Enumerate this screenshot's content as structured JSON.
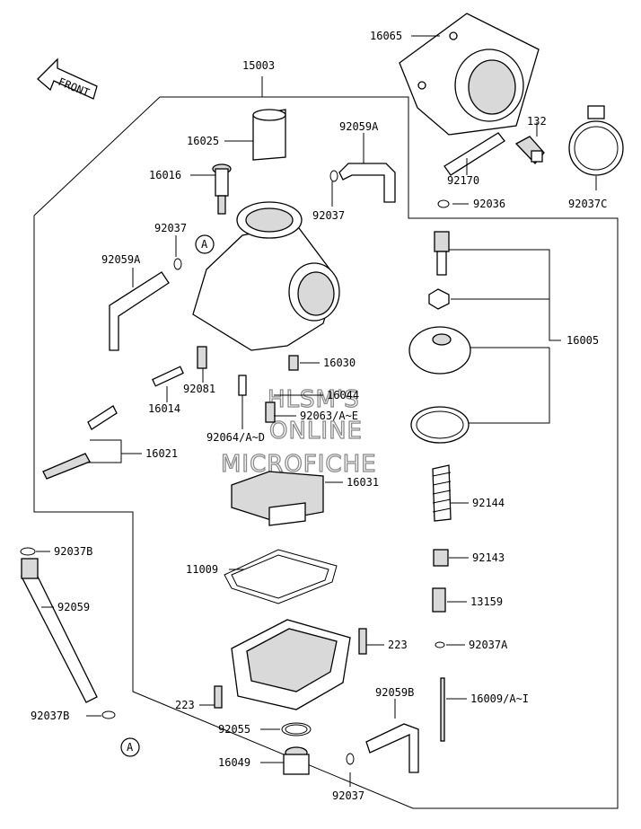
{
  "direction_label": "FRONT",
  "callout_letter": "A",
  "watermark": [
    "HLSM'S",
    "ONLINE",
    "MICROFICHE"
  ],
  "labels": {
    "p16065": "16065",
    "p15003": "15003",
    "p132": "132",
    "p16025": "16025",
    "p92059A_top": "92059A",
    "p16016": "16016",
    "p92170": "92170",
    "p92037_top": "92037",
    "p92036": "92036",
    "p92037C": "92037C",
    "p92037_left": "92037",
    "p92059A_left": "92059A",
    "p16005": "16005",
    "p16030": "16030",
    "p92081": "92081",
    "p16044": "16044",
    "p16014": "16014",
    "p92063": "92063/A~E",
    "p92064": "92064/A~D",
    "p16021": "16021",
    "p16031": "16031",
    "p92144": "92144",
    "p92037B_top": "92037B",
    "p92143": "92143",
    "p11009": "11009",
    "p13159": "13159",
    "p92059": "92059",
    "p223_right": "223",
    "p92037A": "92037A",
    "p223_left": "223",
    "p92059B": "92059B",
    "p16009": "16009/A~I",
    "p92037B_bottom": "92037B",
    "p92055": "92055",
    "p16049": "16049",
    "p92037_bottom": "92037"
  }
}
